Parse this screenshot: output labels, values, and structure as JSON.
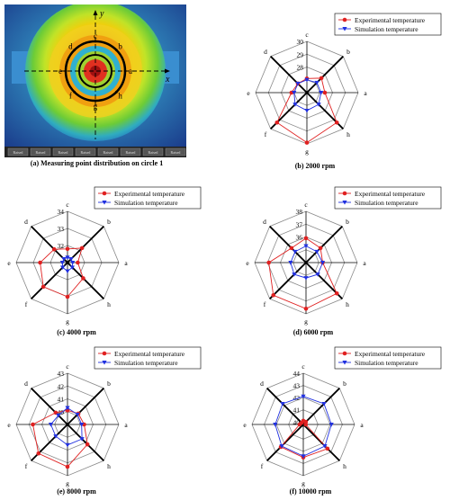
{
  "panel_a": {
    "caption": "(a) Measuring point distribution on circle 1",
    "axis_x": "x",
    "axis_y": "y",
    "point_labels": [
      "a",
      "b",
      "c",
      "d",
      "e",
      "f",
      "g",
      "h"
    ],
    "toolbar_labels": [
      "Raised",
      "Raised",
      "Raised",
      "Raised",
      "Raised",
      "Raised",
      "Raised",
      "Raised"
    ],
    "colors": {
      "hot": "#e01010",
      "warm": "#ffd000",
      "mid": "#90e020",
      "cool": "#20a0e0",
      "cold": "#2040c0"
    }
  },
  "chart_data": [
    {
      "type": "radar",
      "caption": "(b) 2000 rpm",
      "categories": [
        "c",
        "b",
        "a",
        "h",
        "g",
        "f",
        "e",
        "d"
      ],
      "rlim": [
        26,
        30
      ],
      "rticks": [
        27,
        28,
        29,
        30
      ],
      "rtick_labels": [
        "",
        "28",
        "29",
        "30"
      ],
      "series": [
        {
          "name": "Experimental temperature",
          "color": "#e02020",
          "marker": "circle",
          "values": [
            27.1,
            27.6,
            27.4,
            29.3,
            29.9,
            29.3,
            27.2,
            27.0
          ]
        },
        {
          "name": "Simulation temperature",
          "color": "#2030e0",
          "marker": "triangle-down",
          "values": [
            27.0,
            27.1,
            27.1,
            27.3,
            27.4,
            27.3,
            27.0,
            27.0
          ]
        }
      ]
    },
    {
      "type": "radar",
      "caption": "(c) 4000 rpm",
      "categories": [
        "c",
        "b",
        "a",
        "h",
        "g",
        "f",
        "e",
        "d"
      ],
      "rlim": [
        31,
        34
      ],
      "rticks": [
        32,
        33,
        34
      ],
      "rtick_labels": [
        "32",
        "33",
        "34"
      ],
      "series": [
        {
          "name": "Experimental temperature",
          "color": "#e02020",
          "marker": "circle",
          "values": [
            31.8,
            32.2,
            31.6,
            32.3,
            33.0,
            33.0,
            32.6,
            32.1
          ]
        },
        {
          "name": "Simulation temperature",
          "color": "#2030e0",
          "marker": "triangle-down",
          "values": [
            31.3,
            31.3,
            31.3,
            31.4,
            31.5,
            31.4,
            31.3,
            31.3
          ]
        }
      ]
    },
    {
      "type": "radar",
      "caption": "(d) 6000 rpm",
      "categories": [
        "c",
        "b",
        "a",
        "h",
        "g",
        "f",
        "e",
        "d"
      ],
      "rlim": [
        34,
        38
      ],
      "rticks": [
        35,
        36,
        37,
        38
      ],
      "rtick_labels": [
        "",
        "36",
        "37",
        "38"
      ],
      "series": [
        {
          "name": "Experimental temperature",
          "color": "#e02020",
          "marker": "circle",
          "values": [
            35.9,
            35.6,
            35.3,
            37.4,
            37.6,
            37.6,
            36.9,
            35.6
          ]
        },
        {
          "name": "Simulation temperature",
          "color": "#2030e0",
          "marker": "triangle-down",
          "values": [
            35.3,
            35.2,
            35.3,
            35.3,
            35.2,
            35.3,
            35.2,
            35.2
          ]
        }
      ]
    },
    {
      "type": "radar",
      "caption": "(e) 8000 rpm",
      "categories": [
        "c",
        "b",
        "a",
        "h",
        "g",
        "f",
        "e",
        "d"
      ],
      "rlim": [
        39,
        43
      ],
      "rticks": [
        40,
        41,
        42,
        43
      ],
      "rtick_labels": [
        "40",
        "41",
        "42",
        "43"
      ],
      "series": [
        {
          "name": "Experimental temperature",
          "color": "#e02020",
          "marker": "circle",
          "values": [
            40.1,
            40.2,
            40.3,
            41.2,
            42.3,
            42.2,
            41.7,
            40.3
          ]
        },
        {
          "name": "Simulation temperature",
          "color": "#2030e0",
          "marker": "triangle-down",
          "values": [
            40.3,
            40.1,
            40.1,
            40.6,
            40.6,
            40.3,
            40.3,
            40.0
          ]
        }
      ]
    },
    {
      "type": "radar",
      "caption": "(f) 10000 rpm",
      "categories": [
        "c",
        "b",
        "a",
        "h",
        "g",
        "f",
        "e",
        "d"
      ],
      "rlim": [
        39.8,
        44
      ],
      "rticks": [
        40,
        41,
        42,
        43,
        44
      ],
      "rtick_labels": [
        "40",
        "41",
        "42",
        "43",
        "44"
      ],
      "series": [
        {
          "name": "Experimental temperature",
          "color": "#e02020",
          "marker": "circle",
          "values": [
            40.1,
            40.1,
            40.0,
            42.6,
            42.5,
            42.4,
            40.1,
            40.0
          ]
        },
        {
          "name": "Simulation temperature",
          "color": "#2030e0",
          "marker": "triangle-down",
          "values": [
            42.1,
            42.2,
            42.1,
            42.3,
            42.4,
            42.3,
            42.1,
            42.2
          ]
        }
      ]
    }
  ]
}
